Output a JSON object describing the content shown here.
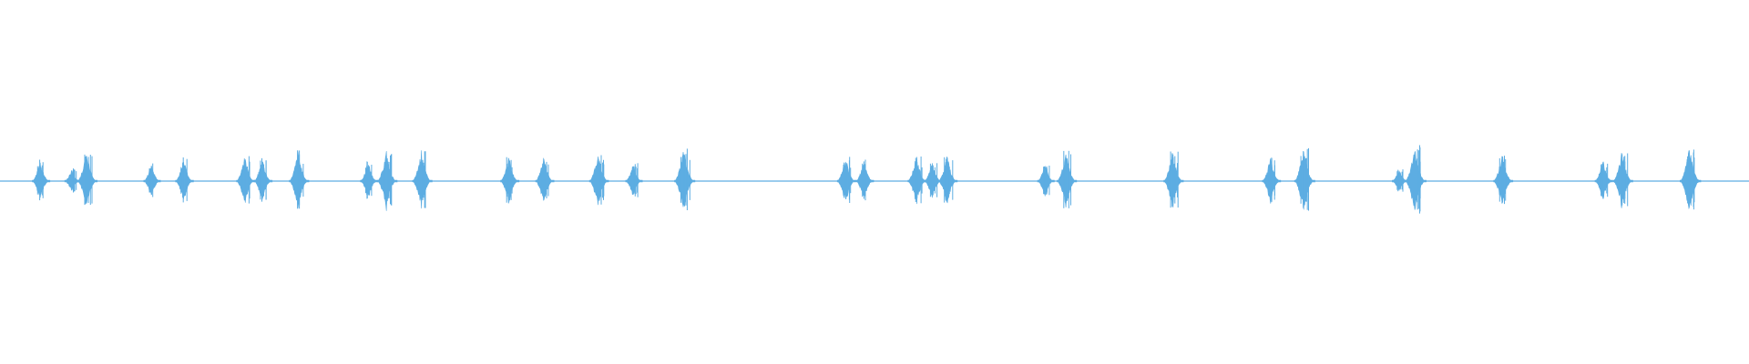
{
  "waveform": {
    "color": "#5dade2",
    "duration_relative": 1.0,
    "baseline_amplitude": 0.008,
    "bursts": [
      {
        "t": 0.0235,
        "amp": 0.12
      },
      {
        "t": 0.0415,
        "amp": 0.07
      },
      {
        "t": 0.05,
        "amp": 0.17
      },
      {
        "t": 0.087,
        "amp": 0.1
      },
      {
        "t": 0.1055,
        "amp": 0.13
      },
      {
        "t": 0.1405,
        "amp": 0.14
      },
      {
        "t": 0.1505,
        "amp": 0.13
      },
      {
        "t": 0.171,
        "amp": 0.17
      },
      {
        "t": 0.211,
        "amp": 0.11
      },
      {
        "t": 0.2215,
        "amp": 0.17
      },
      {
        "t": 0.2415,
        "amp": 0.17
      },
      {
        "t": 0.2915,
        "amp": 0.14
      },
      {
        "t": 0.3115,
        "amp": 0.14
      },
      {
        "t": 0.3425,
        "amp": 0.16
      },
      {
        "t": 0.3625,
        "amp": 0.1
      },
      {
        "t": 0.3915,
        "amp": 0.19
      },
      {
        "t": 0.484,
        "amp": 0.14
      },
      {
        "t": 0.4945,
        "amp": 0.12
      },
      {
        "t": 0.5245,
        "amp": 0.15
      },
      {
        "t": 0.5335,
        "amp": 0.11
      },
      {
        "t": 0.542,
        "amp": 0.15
      },
      {
        "t": 0.598,
        "amp": 0.1
      },
      {
        "t": 0.61,
        "amp": 0.17
      },
      {
        "t": 0.671,
        "amp": 0.17
      },
      {
        "t": 0.727,
        "amp": 0.14
      },
      {
        "t": 0.746,
        "amp": 0.19
      },
      {
        "t": 0.8005,
        "amp": 0.07
      },
      {
        "t": 0.8095,
        "amp": 0.2
      },
      {
        "t": 0.8595,
        "amp": 0.16
      },
      {
        "t": 0.917,
        "amp": 0.12
      },
      {
        "t": 0.928,
        "amp": 0.17
      },
      {
        "t": 0.9665,
        "amp": 0.2
      }
    ]
  }
}
